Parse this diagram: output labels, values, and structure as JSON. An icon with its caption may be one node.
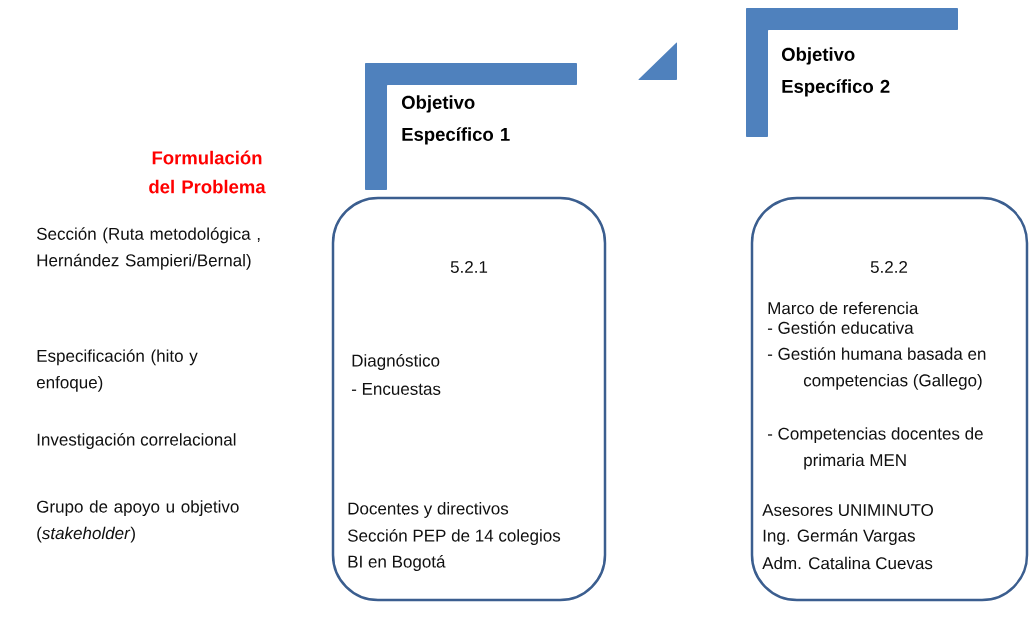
{
  "diagram": {
    "nodes": [
      {
        "text": [
          "Objetivo Específico 1"
        ]
      },
      {
        "text": [],
        "shape": "triangle"
      },
      {
        "text": [
          "Objetivo Específico 2"
        ]
      },
      {
        "text": [
          "5.2.1",
          "Diagnóstico",
          "- Encuestas",
          "Docentes y directivos",
          "Sección PEP de 14 colegios",
          "BI en Bogotá"
        ]
      },
      {
        "text": [
          "5.2.2",
          "Marco de referencia",
          "- Gestión educativa",
          "- Gestión humana basada en competencias (Gallego)",
          "- Competencias docentes de primaria MEN",
          "Asesores UNIMINUTO",
          "Ing. Germán Vargas",
          "Adm. Catalina Cuevas"
        ]
      }
    ],
    "labels": [
      "Formulación del Problema",
      "Sección (Ruta metodológica , Hernández Sampieri/Bernal)",
      "Especificación (hito y enfoque)",
      "Investigación correlacional",
      "Grupo de apoyo u objetivo (*stakeholder*)"
    ]
  }
}
